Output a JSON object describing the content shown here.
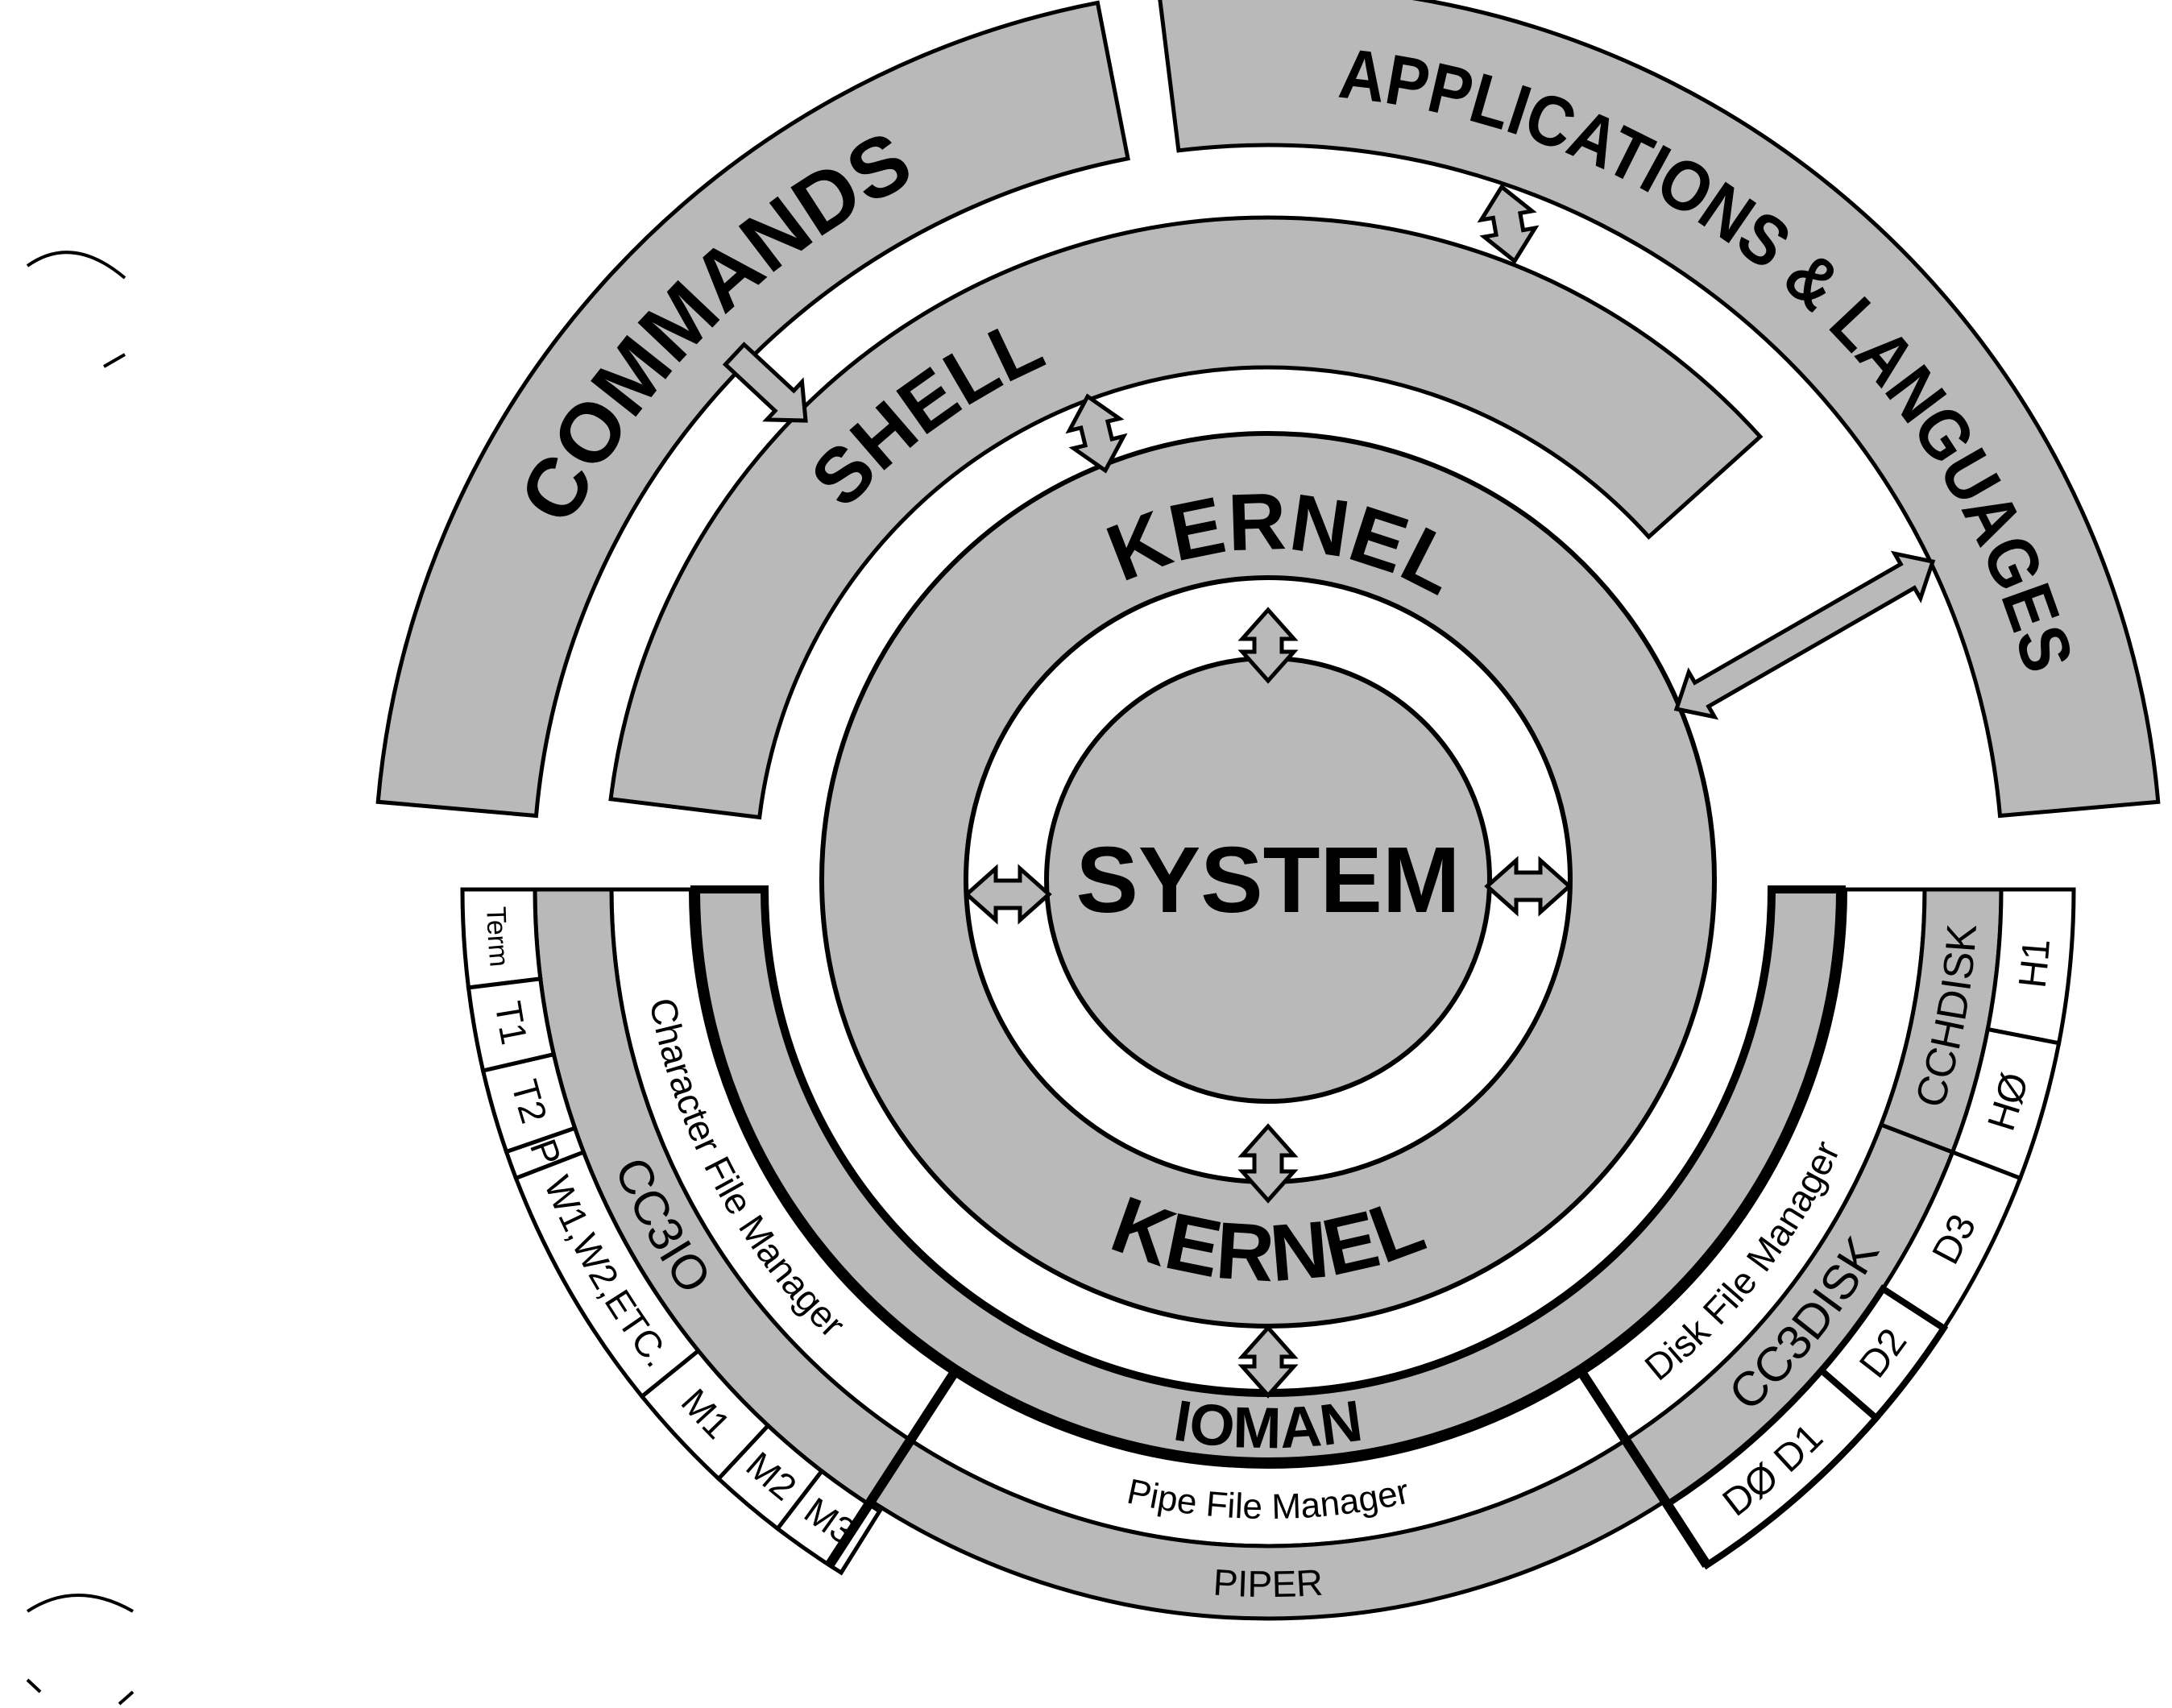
{
  "diagram": {
    "core": "SYSTEM",
    "kernel_top": "KERNEL",
    "kernel_bottom": "KERNEL",
    "shell": "SHELL",
    "commands": "COMMANDS",
    "applications": "APPLICATIONS & LANGUAGES",
    "ioman": "IOMAN",
    "char_manager": "Character File Manager",
    "disk_manager": "Disk File Manager",
    "pipe_manager": "Pipe File Manager",
    "cc3io": "CC3IO",
    "cc3disk": "CC3DISK",
    "cchdisk": "CCHDISK",
    "piper": "PIPER",
    "char_devices": [
      "Term",
      "T1",
      "T2",
      "P",
      "W1,W2,ETC.",
      "M1",
      "M2",
      "M3"
    ],
    "disk_devices": [
      "H1",
      "HØ",
      "D3",
      "D2",
      "DØ    D1"
    ]
  },
  "colors": {
    "fill": "#b9b9b9",
    "stroke": "#000000",
    "background": "#ffffff"
  }
}
